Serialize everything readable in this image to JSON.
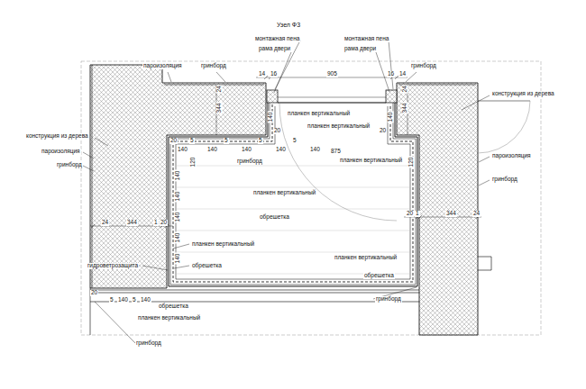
{
  "diagram": {
    "title": "Узел Ф3",
    "labels": [
      "пароизоляция",
      "гринборд",
      "монтажная пена",
      "рама двери",
      "монтажная пена",
      "рама двери",
      "гринборд",
      "14",
      "16",
      "905",
      "16",
      "14",
      "24",
      "344",
      "24",
      "344",
      "конструкция из дерева",
      "конструкция из дерева",
      "пароизоляция",
      "гринборд",
      "пароизоляция",
      "гринборд",
      "планкен вертикальный",
      "планкен вертикальный",
      "планкен вертикальный",
      "гринборд",
      "875",
      "5",
      "5",
      "5",
      "5",
      "20",
      "140",
      "140",
      "140",
      "140",
      "140",
      "планкен вертикальный",
      "обрешетка",
      "24",
      "344",
      "1",
      "20",
      "20",
      "1",
      "344",
      "24",
      "120",
      "120",
      "140",
      "140",
      "140",
      "140",
      "140",
      "планкен вертикальный",
      "обрешетка",
      "гидроветрозащита",
      "планкен вертикальный",
      "обрешетка",
      "гринборд",
      "20",
      "5",
      "140",
      "5",
      "140",
      "обрешетка",
      "планкен вертикальный",
      "гринборд",
      "140",
      "140",
      "20",
      "20"
    ]
  }
}
